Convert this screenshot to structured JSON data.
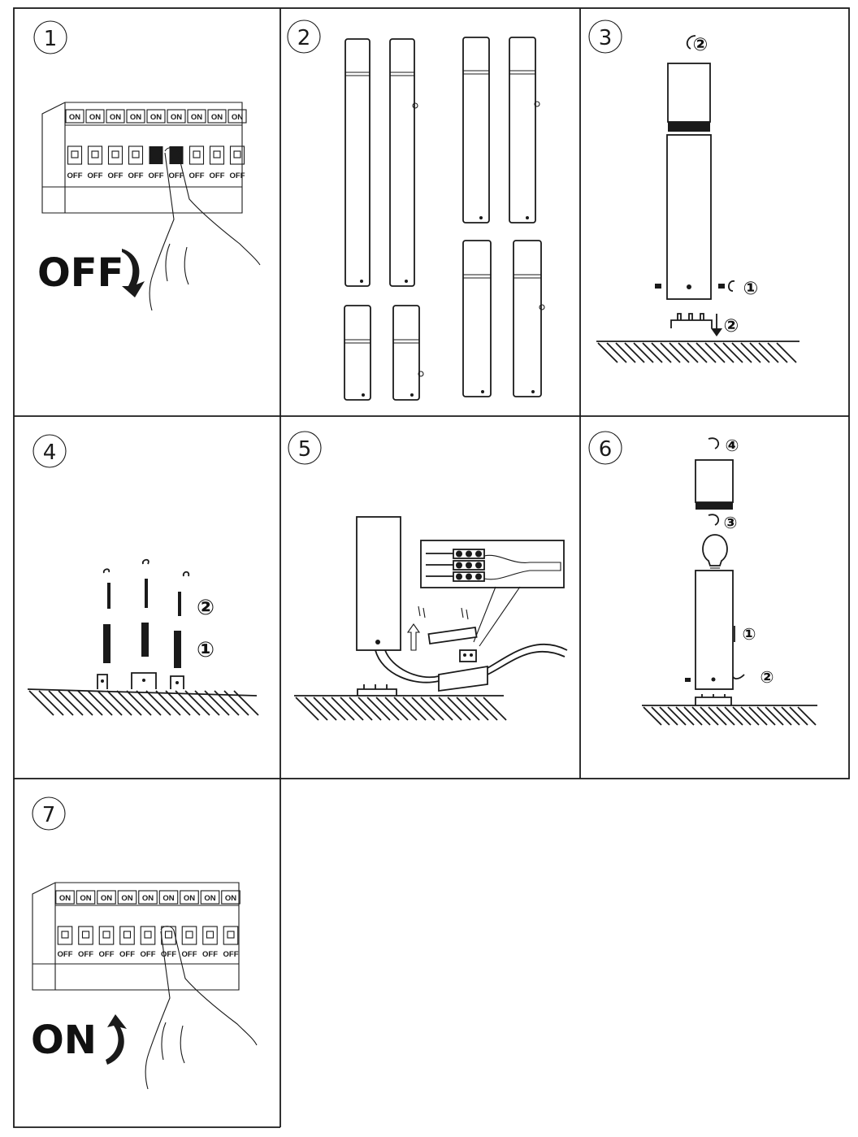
{
  "steps": {
    "s1": {
      "number": "1",
      "label_on": "ON",
      "label_off": "OFF",
      "action": "OFF"
    },
    "s2": {
      "number": "2"
    },
    "s3": {
      "number": "3",
      "callouts": [
        "①",
        "②",
        "②"
      ]
    },
    "s4": {
      "number": "4",
      "callouts": [
        "②",
        "①"
      ]
    },
    "s5": {
      "number": "5"
    },
    "s6": {
      "number": "6",
      "callouts": [
        "④",
        "③",
        "①",
        "②"
      ]
    },
    "s7": {
      "number": "7",
      "label_on": "ON",
      "label_off": "OFF",
      "action": "ON"
    }
  },
  "colors": {
    "ink": "#1a1a1a",
    "paper": "#ffffff"
  }
}
